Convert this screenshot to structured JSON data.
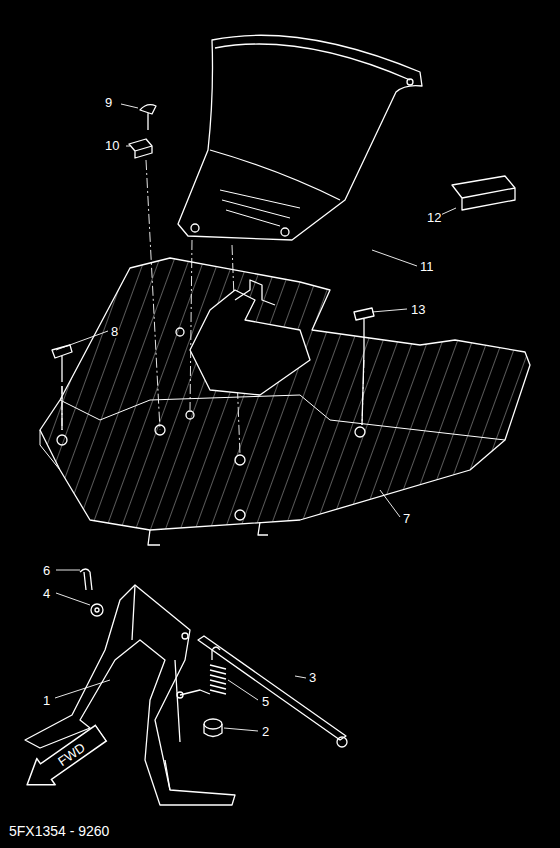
{
  "diagram": {
    "nodes": [
      {
        "text": [
          "FWD"
        ]
      }
    ],
    "labels": [
      "9",
      "10",
      "11",
      "12",
      "8",
      "13",
      "7",
      "6",
      "4",
      "1",
      "5",
      "3",
      "2",
      "5FX1354 - 9260"
    ]
  }
}
